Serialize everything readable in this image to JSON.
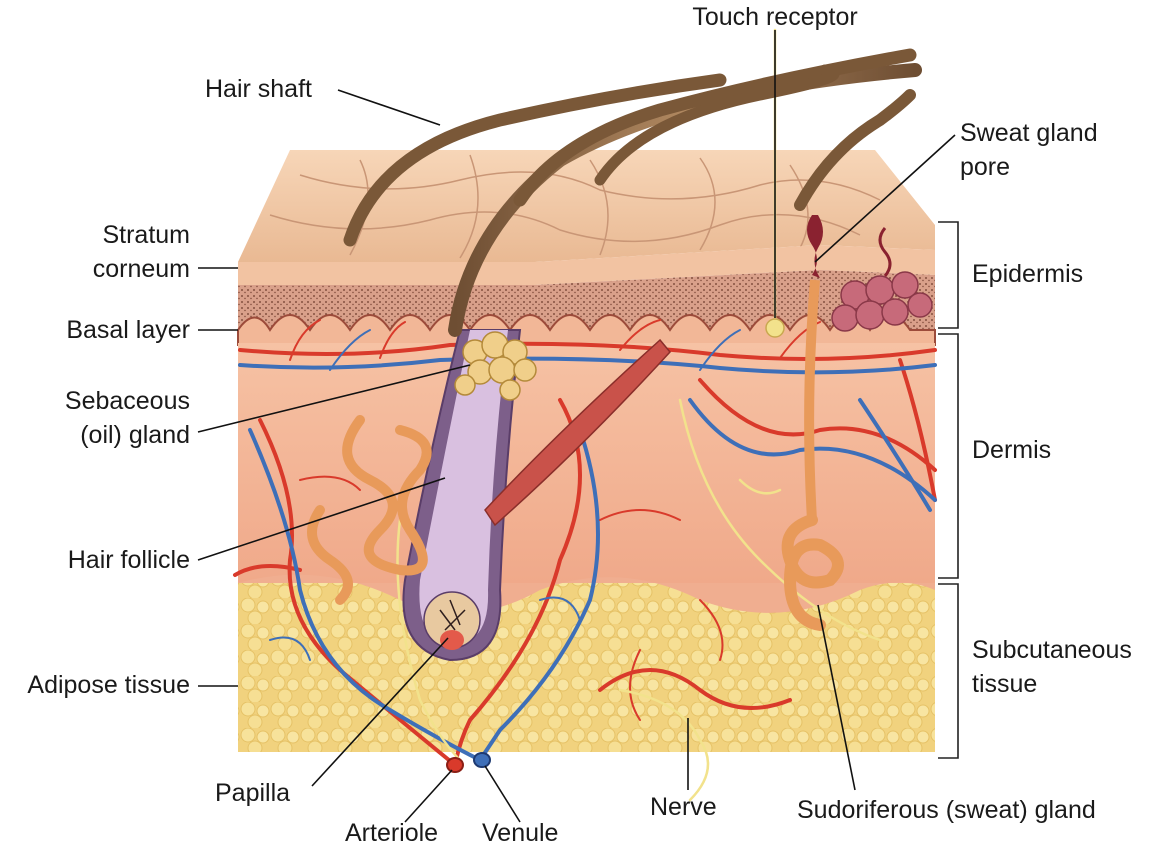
{
  "labels": {
    "touch_receptor": "Touch receptor",
    "hair_shaft": "Hair shaft",
    "sweat_gland_pore_1": "Sweat gland",
    "sweat_gland_pore_2": "pore",
    "stratum_corneum_1": "Stratum",
    "stratum_corneum_2": "corneum",
    "epidermis": "Epidermis",
    "basal_layer": "Basal layer",
    "sebaceous_1": "Sebaceous",
    "sebaceous_2": "(oil) gland",
    "dermis": "Dermis",
    "hair_follicle": "Hair follicle",
    "subcutaneous_1": "Subcutaneous",
    "subcutaneous_2": "tissue",
    "adipose_tissue": "Adipose tissue",
    "papilla": "Papilla",
    "nerve": "Nerve",
    "sudoriferous": "Sudoriferous (sweat) gland",
    "arteriole": "Arteriole",
    "venule": "Venule"
  },
  "colors": {
    "epidermis_top": "#f0c6a0",
    "epidermis_layer": "#d9a58a",
    "dermis": "#f3b89a",
    "adipose": "#f4d98a",
    "artery": "#d93a2b",
    "vein": "#3e6fb8",
    "nerve": "#f2e28c",
    "hair": "#8a6645",
    "gland": "#e89a5a"
  }
}
